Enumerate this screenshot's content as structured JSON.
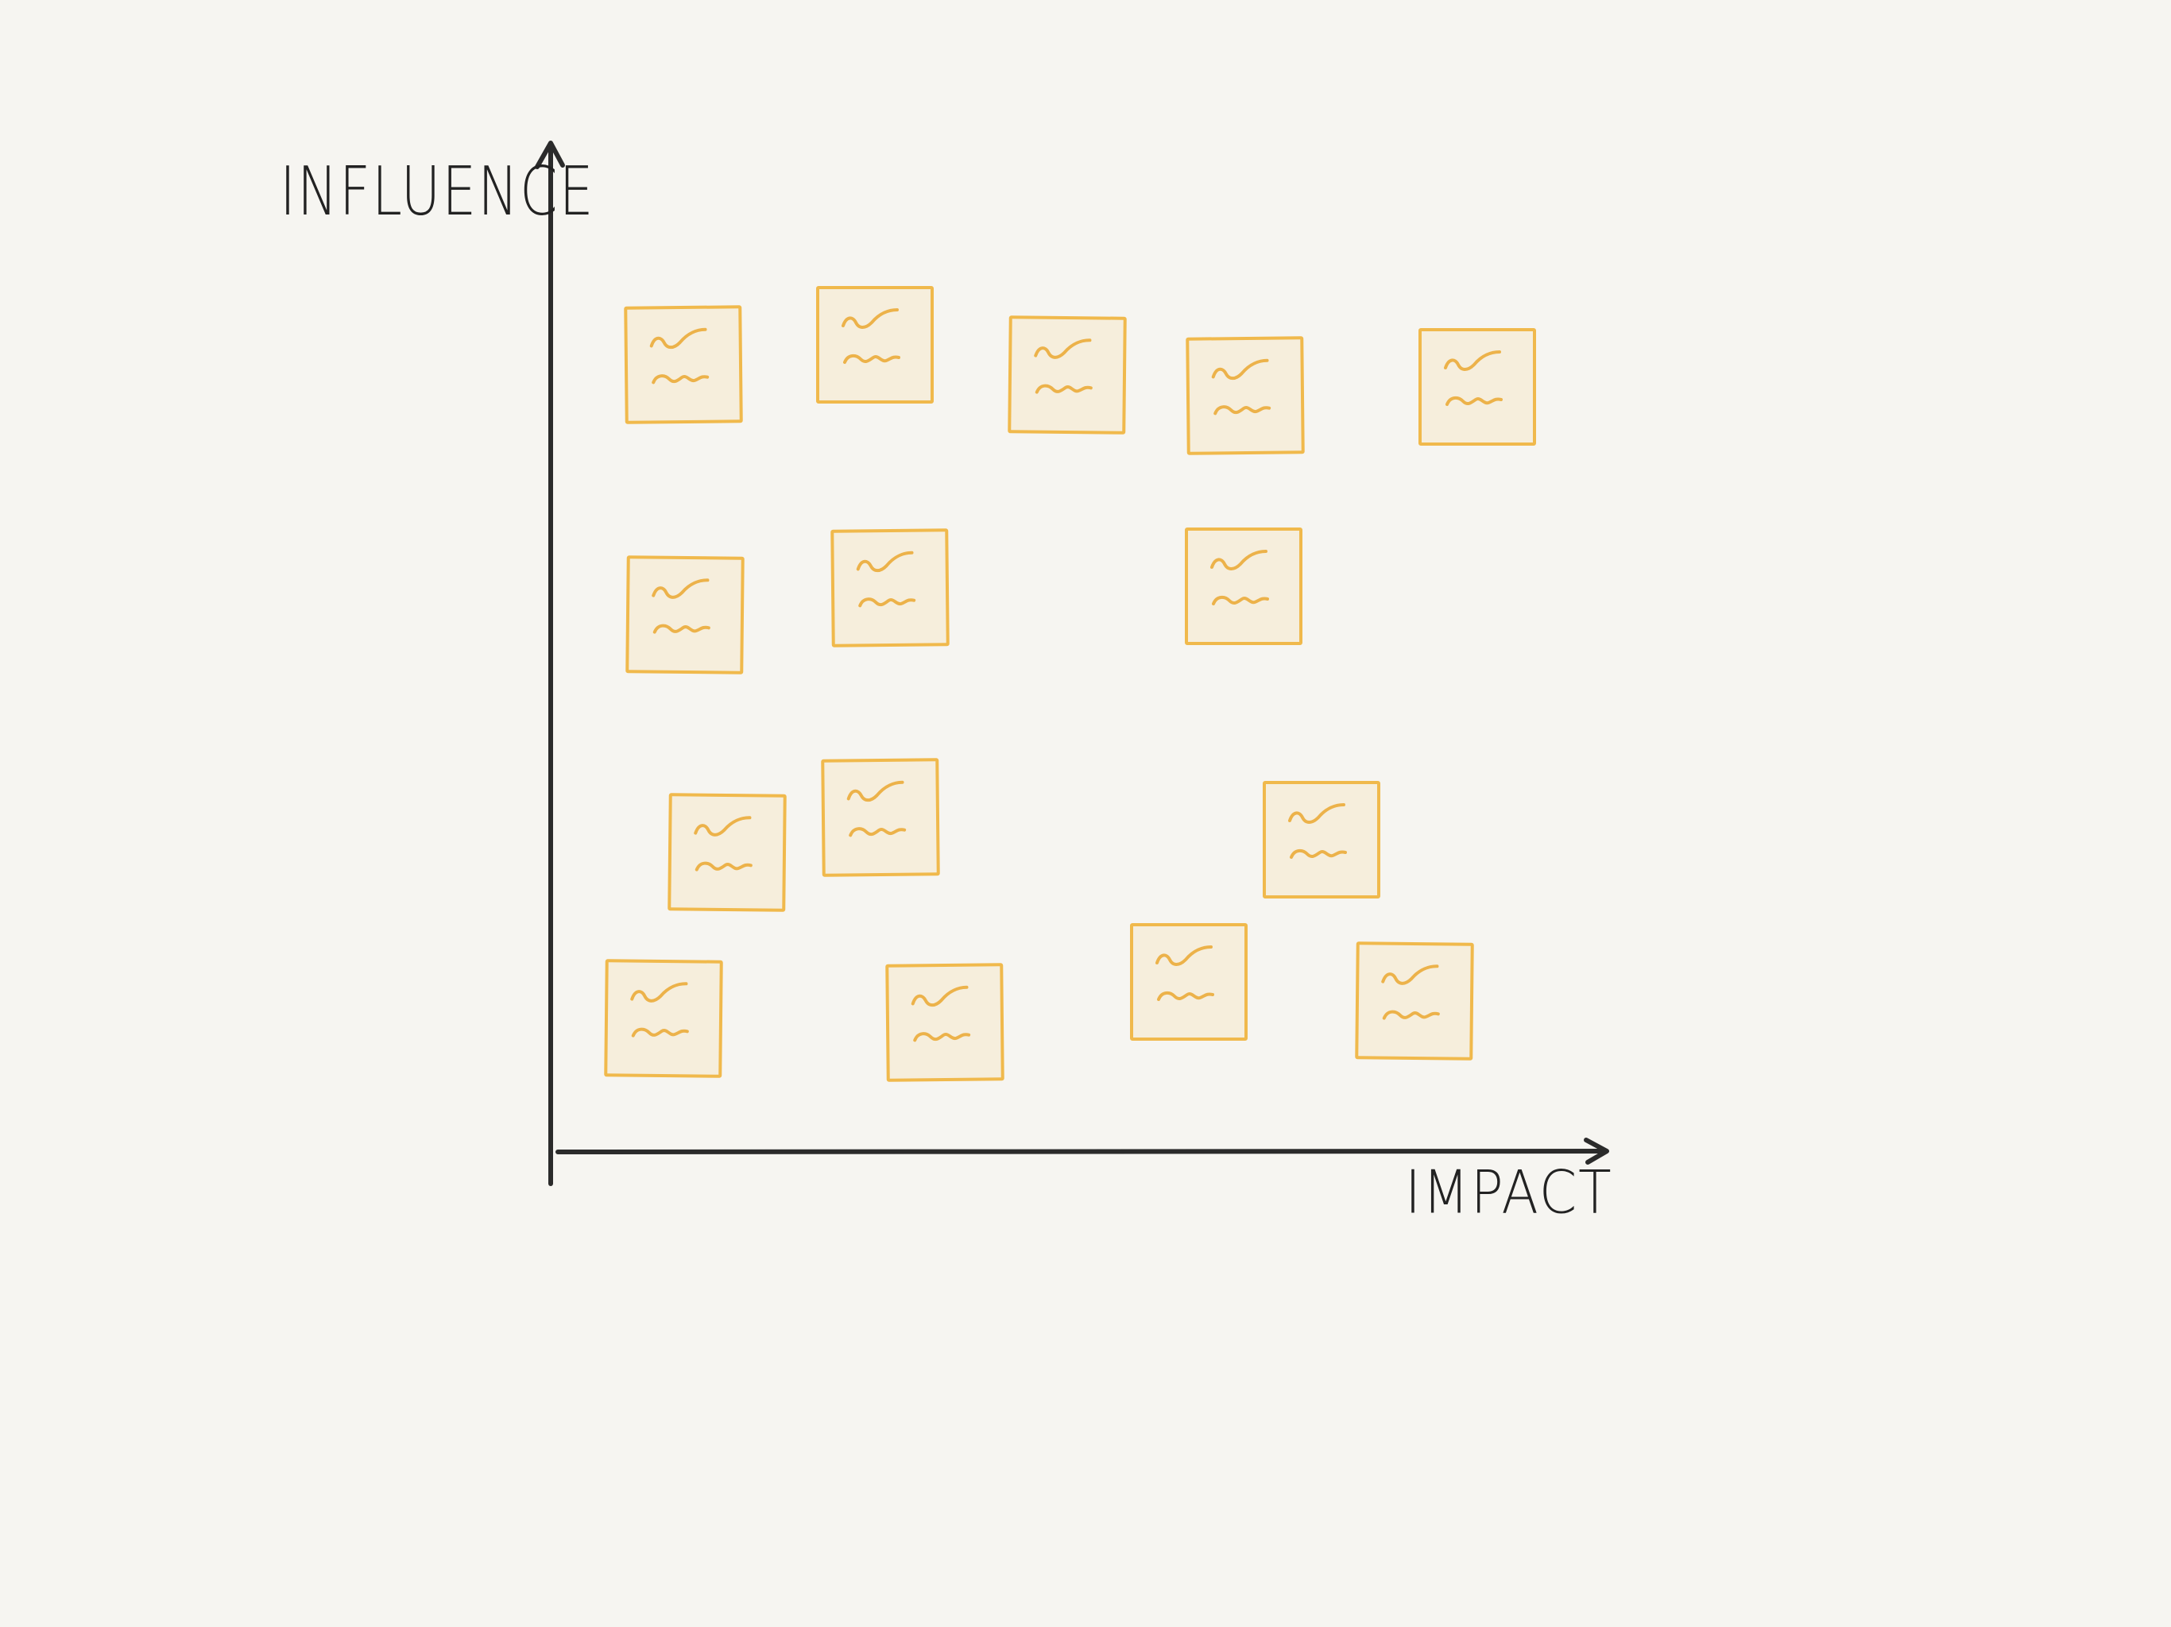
{
  "diagram": {
    "y_axis_label": "INFLUENCE",
    "x_axis_label": "IMPACT",
    "note_count": 15,
    "colors": {
      "background": "#f6f5f1",
      "axis": "#2b2b2b",
      "note_border": "#f0b94c",
      "note_fill": "#f6eedc",
      "note_scribble": "#ecb24a"
    },
    "icons": [
      "sticky-note-icon",
      "scribble-lines-icon"
    ]
  }
}
